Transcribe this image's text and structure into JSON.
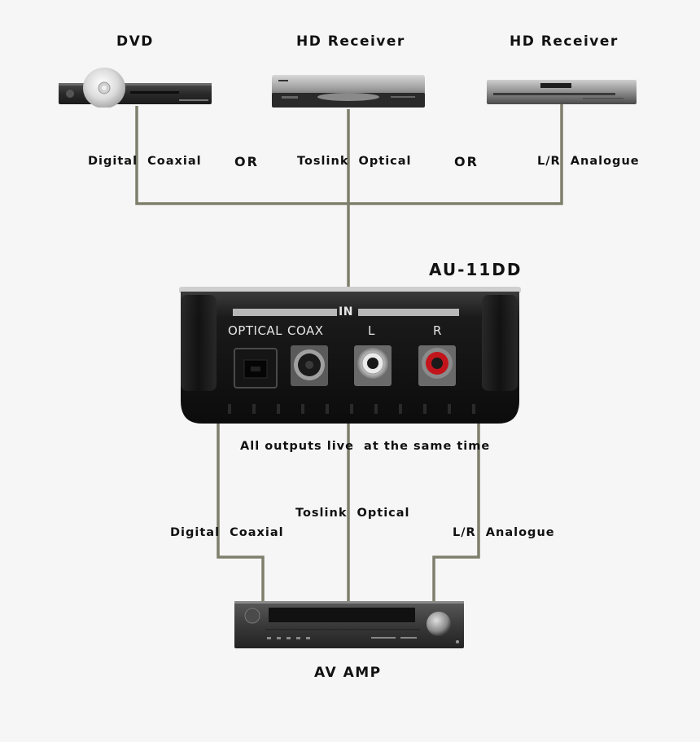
{
  "sources": {
    "dvd": {
      "title": "DVD"
    },
    "receiver1": {
      "title": "HD Receiver"
    },
    "receiver2": {
      "title": "HD Receiver"
    }
  },
  "input_labels": {
    "coaxial": "Digital  Coaxial",
    "or1": "OR",
    "toslink": "Toslink  Optical",
    "or2": "OR",
    "analogue": "L/R  Analogue"
  },
  "device": {
    "model": "AU-11DD",
    "in_label": "IN",
    "ports": {
      "optical": "OPTICAL",
      "coax": "COAX",
      "left": "L",
      "right": "R"
    }
  },
  "output_note": "All outputs live  at the same time",
  "output_labels": {
    "toslink": "Toslink  Optical",
    "coaxial": "Digital  Coaxial",
    "analogue": "L/R  Analogue"
  },
  "destination": {
    "title": "AV AMP"
  },
  "colors": {
    "wire": "#7e7f6c",
    "background": "#f6f6f6",
    "device_body": "#1c1c1c",
    "rca_red": "#c2151b"
  }
}
